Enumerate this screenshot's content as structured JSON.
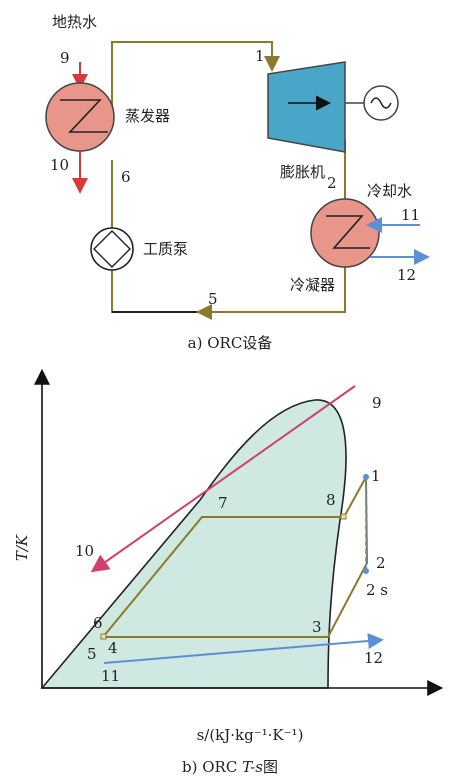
{
  "part_a": {
    "caption": "a) ORC设备",
    "geothermal_water": "地热水",
    "evaporator": "蒸发器",
    "expander": "膨胀机",
    "cooling_water": "冷却水",
    "condenser": "冷凝器",
    "pump": "工质泵",
    "points": {
      "p1": "1",
      "p2": "2",
      "p5": "5",
      "p6": "6",
      "p9": "9",
      "p10": "10",
      "p11": "11",
      "p12": "12"
    }
  },
  "part_b": {
    "caption_prefix": "b) ORC ",
    "caption_ts": "T-s",
    "caption_suffix": "图",
    "ylabel": "T/K",
    "xlabel": "s/(kJ·kg⁻¹·K⁻¹)",
    "points": {
      "p1": "1",
      "p2": "2",
      "p2s": "2 s",
      "p3": "3",
      "p4": "4",
      "p5": "5",
      "p6": "6",
      "p7": "7",
      "p8": "8",
      "p9": "9",
      "p10": "10",
      "p11": "11",
      "p12": "12"
    }
  },
  "colors": {
    "cycle": "#8a7a2a",
    "hot_water": "#d0406a",
    "cold_water": "#5b8fd6",
    "component_pink": "#e8958a",
    "expander_blue": "#4aa6c8",
    "dome_fill": "#cfe8e2"
  }
}
